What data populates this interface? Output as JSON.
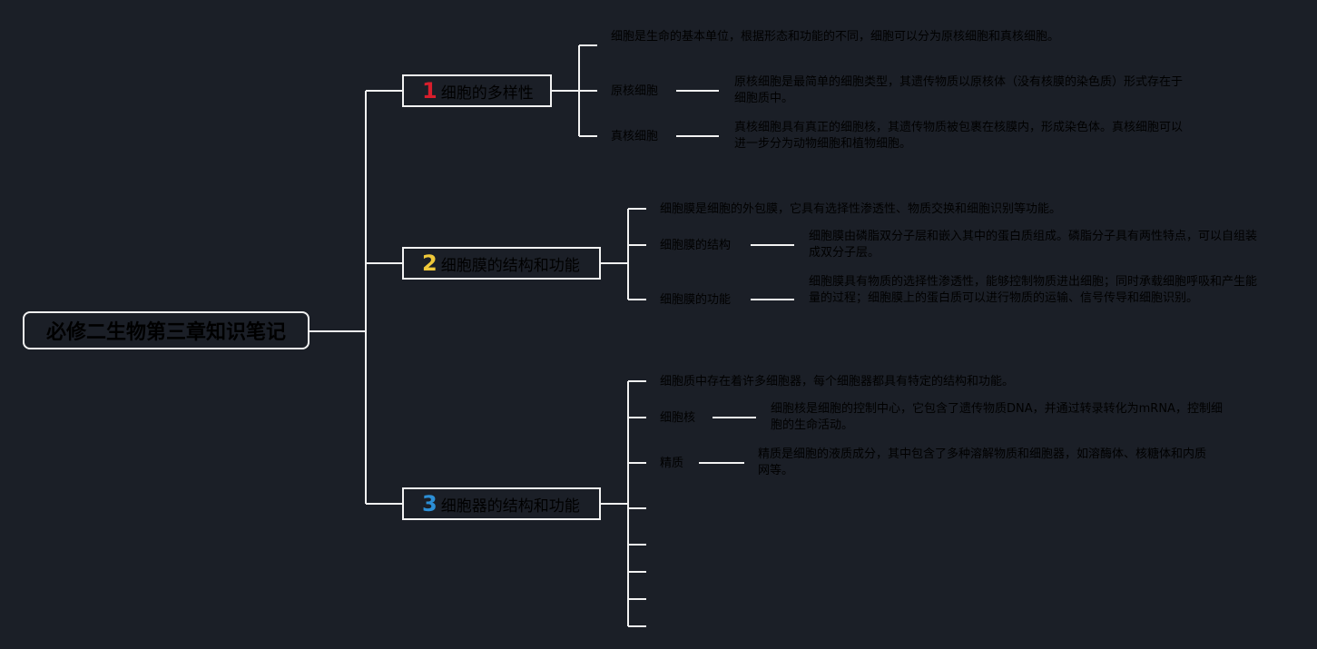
{
  "root": {
    "label": "必修二生物第三章知识笔记"
  },
  "branches": [
    {
      "number": "1",
      "label": "细胞的多样性",
      "intro": "细胞是生命的基本单位，根据形态和功能的不同，细胞可以分为原核细胞和真核细胞。",
      "items": [
        {
          "label": "原核细胞",
          "desc": "原核细胞是最简单的细胞类型，其遗传物质以原核体（没有核膜的染色质）形式存在于细胞质中。"
        },
        {
          "label": "真核细胞",
          "desc": "真核细胞具有真正的细胞核，其遗传物质被包裹在核膜内，形成染色体。真核细胞可以进一步分为动物细胞和植物细胞。"
        }
      ]
    },
    {
      "number": "2",
      "label": "细胞膜的结构和功能",
      "intro": "细胞膜是细胞的外包膜，它具有选择性渗透性、物质交换和细胞识别等功能。",
      "items": [
        {
          "label": "细胞膜的结构",
          "desc": "细胞膜由磷脂双分子层和嵌入其中的蛋白质组成。磷脂分子具有两性特点，可以自组装成双分子层。"
        },
        {
          "label": "细胞膜的功能",
          "desc": "细胞膜具有物质的选择性渗透性，能够控制物质进出细胞；同时承载细胞呼吸和产生能量的过程；细胞膜上的蛋白质可以进行物质的运输、信号传导和细胞识别。"
        }
      ]
    },
    {
      "number": "3",
      "label": "细胞器的结构和功能",
      "intro": "细胞质中存在着许多细胞器，每个细胞器都具有特定的结构和功能。",
      "items": [
        {
          "label": "细胞核",
          "desc": "细胞核是细胞的控制中心，它包含了遗传物质DNA，并通过转录转化为mRNA，控制细胞的生命活动。"
        },
        {
          "label": "精质",
          "desc": "精质是细胞的液质成分，其中包含了多种溶解物质和细胞器，如溶酶体、核糖体和内质网等。"
        }
      ]
    }
  ],
  "colors": {
    "background": "#1b1f27",
    "line": "#f2f2f2",
    "text": "#000000",
    "number_1": "#d81e2c",
    "number_2": "#f0c93a",
    "number_3": "#2c8fd6"
  }
}
